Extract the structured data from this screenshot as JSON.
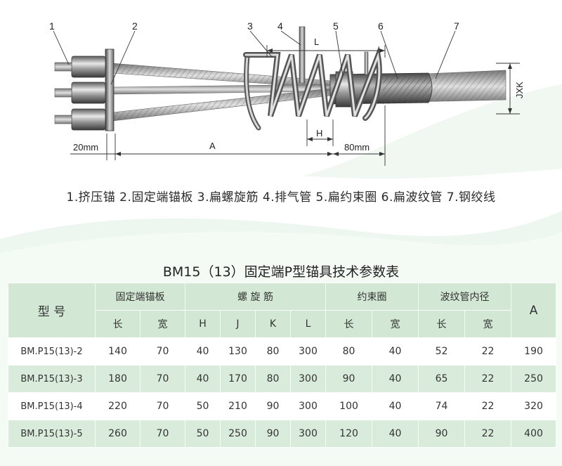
{
  "diagram": {
    "callouts": [
      "1",
      "2",
      "3",
      "4",
      "5",
      "6",
      "7"
    ],
    "dims": {
      "L": "L",
      "H": "H",
      "A": "A",
      "JXK": "JXK",
      "d20": "20mm",
      "d80": "80mm"
    }
  },
  "legend": "1.挤压锚  2.固定端锚板  3.扁螺旋筋  4.排气管  5.扁约束圈  6.扁波纹管  7.钢绞线",
  "table": {
    "title": "BM15（13）固定端P型锚具技术参数表",
    "header": {
      "model": "型 号",
      "groups": [
        "固定端锚板",
        "螺 旋 筋",
        "约束圈",
        "波纹管内径"
      ],
      "A": "A",
      "sub": [
        "长",
        "宽",
        "H",
        "J",
        "K",
        "L",
        "长",
        "宽",
        "长",
        "宽"
      ]
    },
    "rows": [
      {
        "model": "BM.P15(13)-2",
        "cells": [
          "140",
          "70",
          "40",
          "130",
          "80",
          "300",
          "80",
          "40",
          "52",
          "22",
          "190"
        ]
      },
      {
        "model": "BM.P15(13)-3",
        "cells": [
          "180",
          "70",
          "40",
          "170",
          "80",
          "300",
          "90",
          "40",
          "65",
          "22",
          "250"
        ]
      },
      {
        "model": "BM.P15(13)-4",
        "cells": [
          "220",
          "70",
          "50",
          "210",
          "90",
          "300",
          "100",
          "40",
          "74",
          "22",
          "320"
        ]
      },
      {
        "model": "BM.P15(13)-5",
        "cells": [
          "260",
          "70",
          "50",
          "250",
          "90",
          "300",
          "120",
          "40",
          "90",
          "22",
          "400"
        ]
      }
    ]
  },
  "colors": {
    "header": "#d2e8d4",
    "row_alt": "#d9ecdb",
    "wave": "#e3f1e4"
  }
}
